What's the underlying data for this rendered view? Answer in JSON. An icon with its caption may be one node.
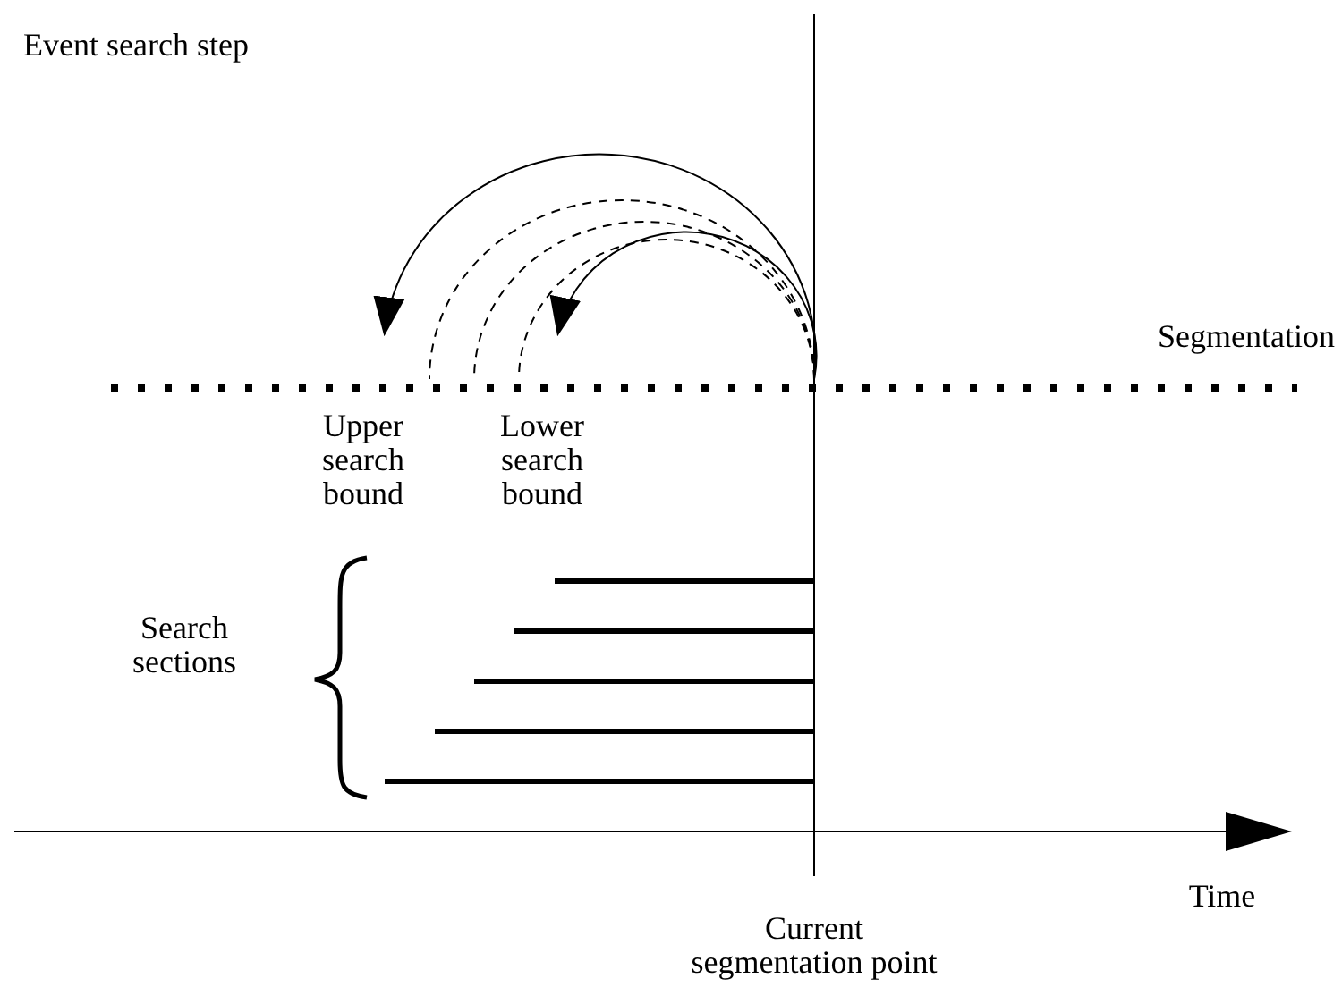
{
  "diagram": {
    "labels": [
      "Event search step",
      "Segmentation",
      "Upper search bound",
      "Lower search bound",
      "Search sections",
      "Time",
      "Current segmentation point"
    ]
  }
}
